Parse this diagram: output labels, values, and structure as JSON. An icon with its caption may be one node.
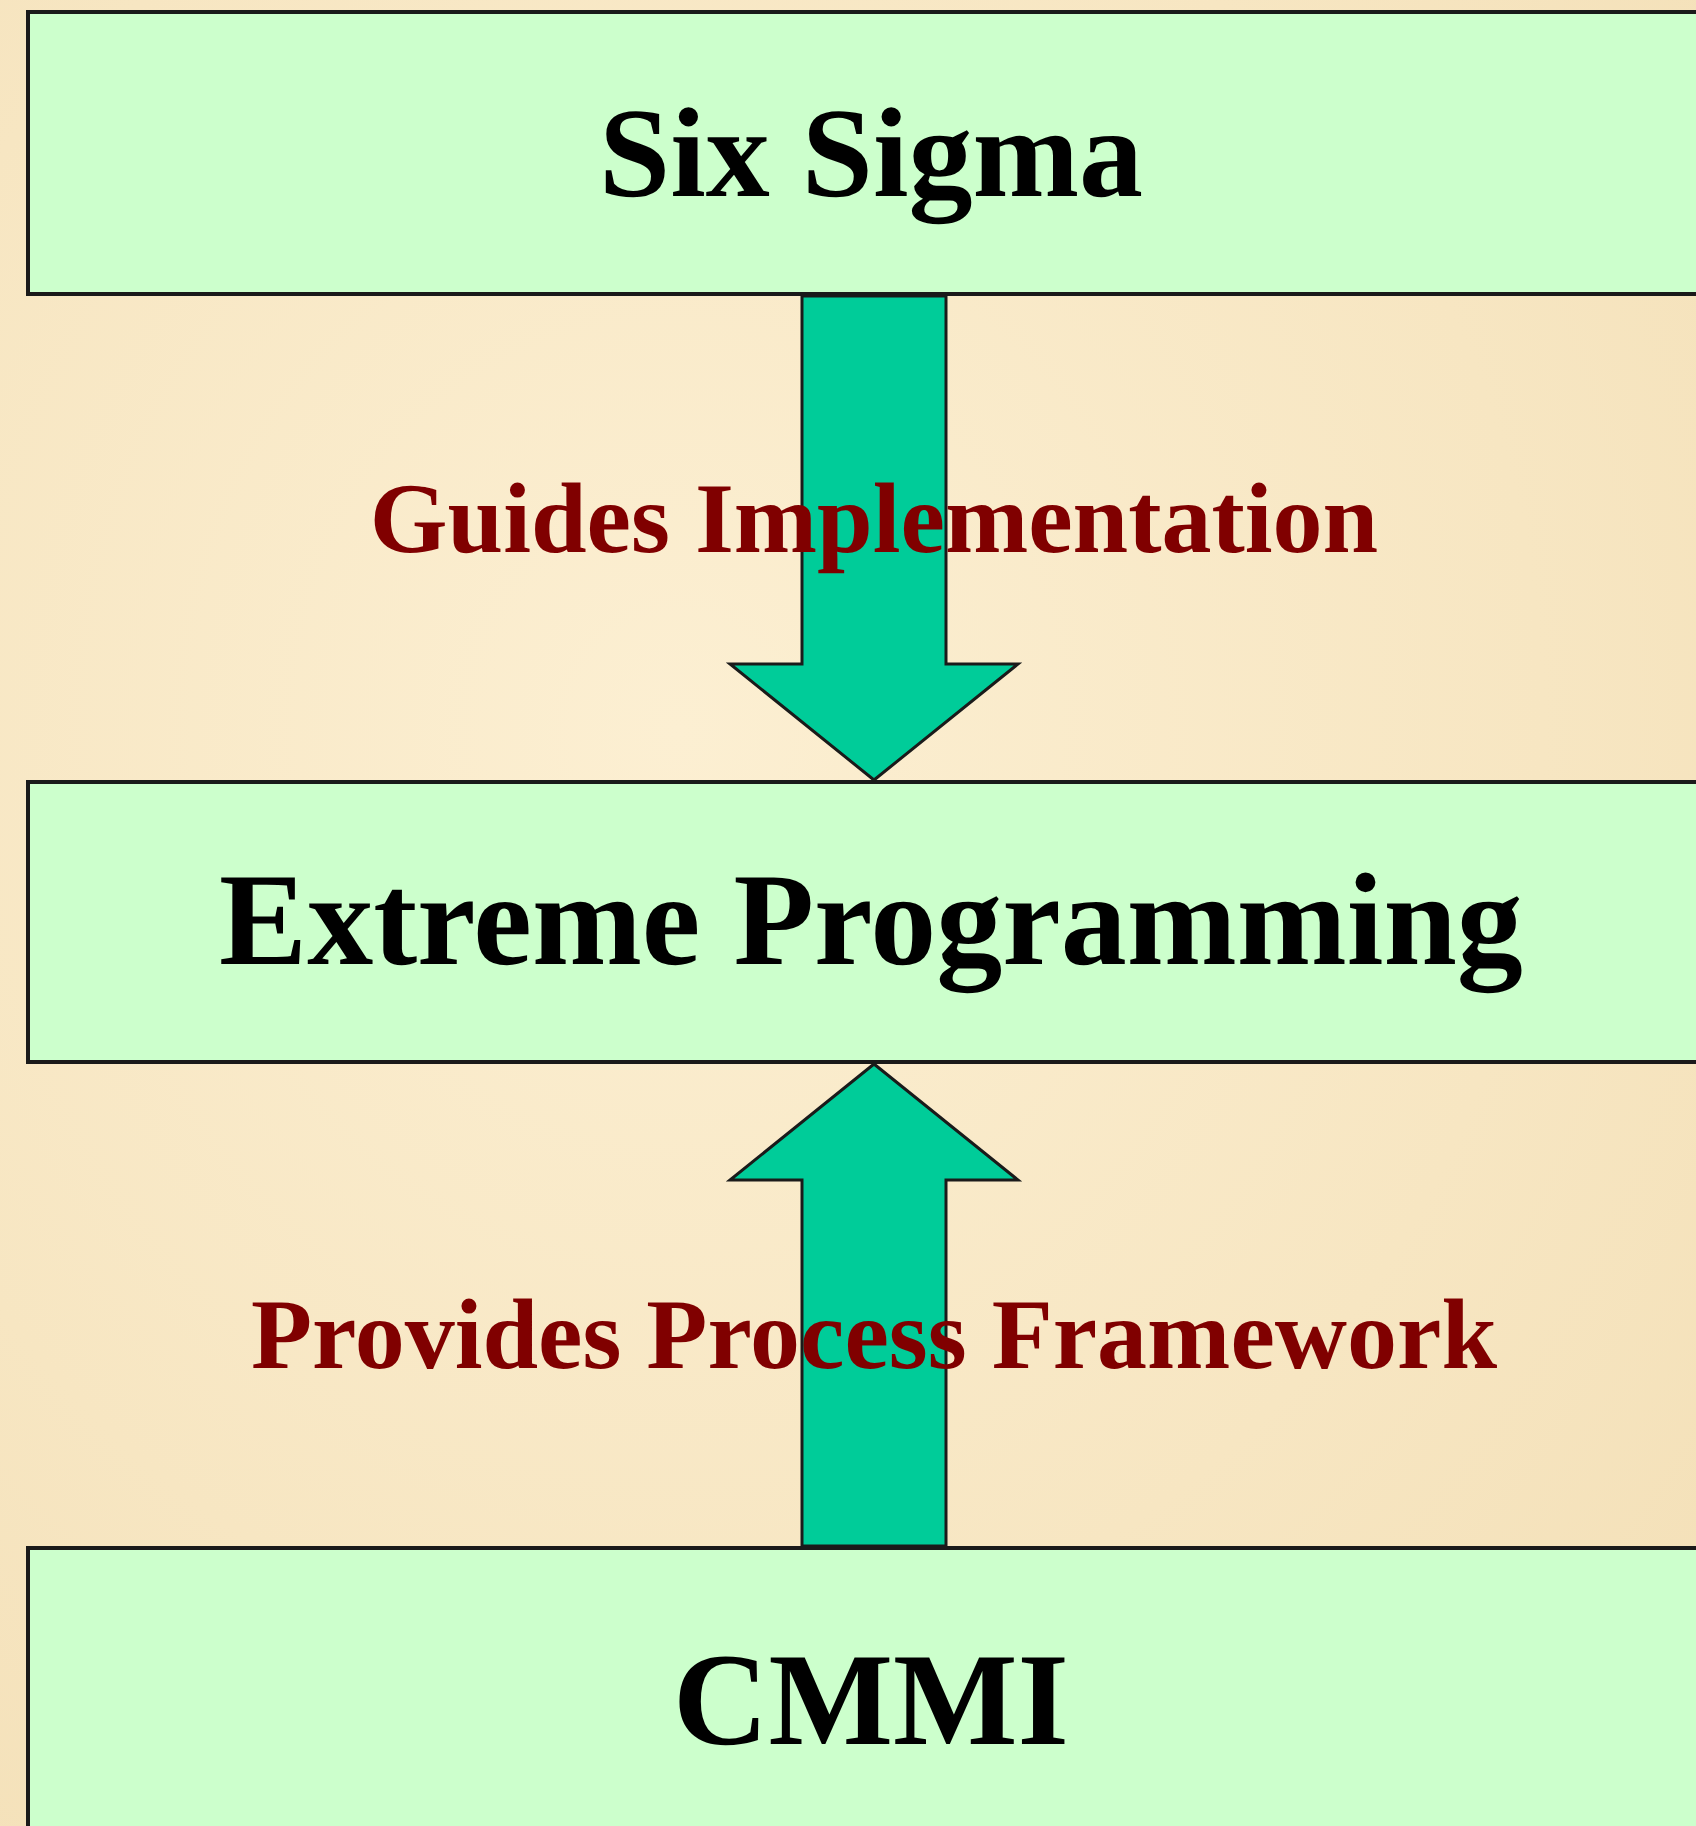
{
  "diagram": {
    "nodes": [
      {
        "text": [
          "Six Sigma"
        ]
      },
      {
        "text": [
          "Extreme Programming"
        ]
      },
      {
        "text": [
          "CMMI"
        ]
      }
    ],
    "edges": [
      {
        "from": 0,
        "to": 1,
        "arrow": "to",
        "label": "Guides Implementation"
      },
      {
        "from": 2,
        "to": 1,
        "arrow": "to",
        "label": "Provides Process Framework"
      }
    ]
  }
}
